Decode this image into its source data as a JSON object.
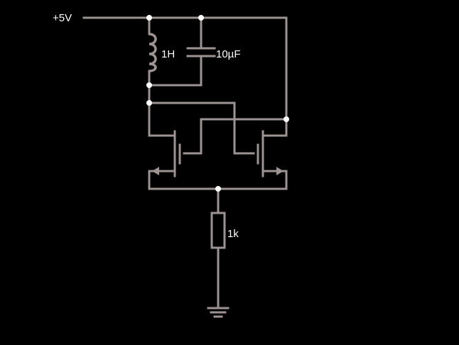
{
  "schematic": {
    "supply_label": "+5V",
    "inductor_label": "1H",
    "capacitor_label": "10µF",
    "resistor_label": "1k"
  },
  "colors": {
    "background": "#000000",
    "wire": "#9e9393",
    "node": "#ffffff",
    "text": "#ffffff"
  }
}
